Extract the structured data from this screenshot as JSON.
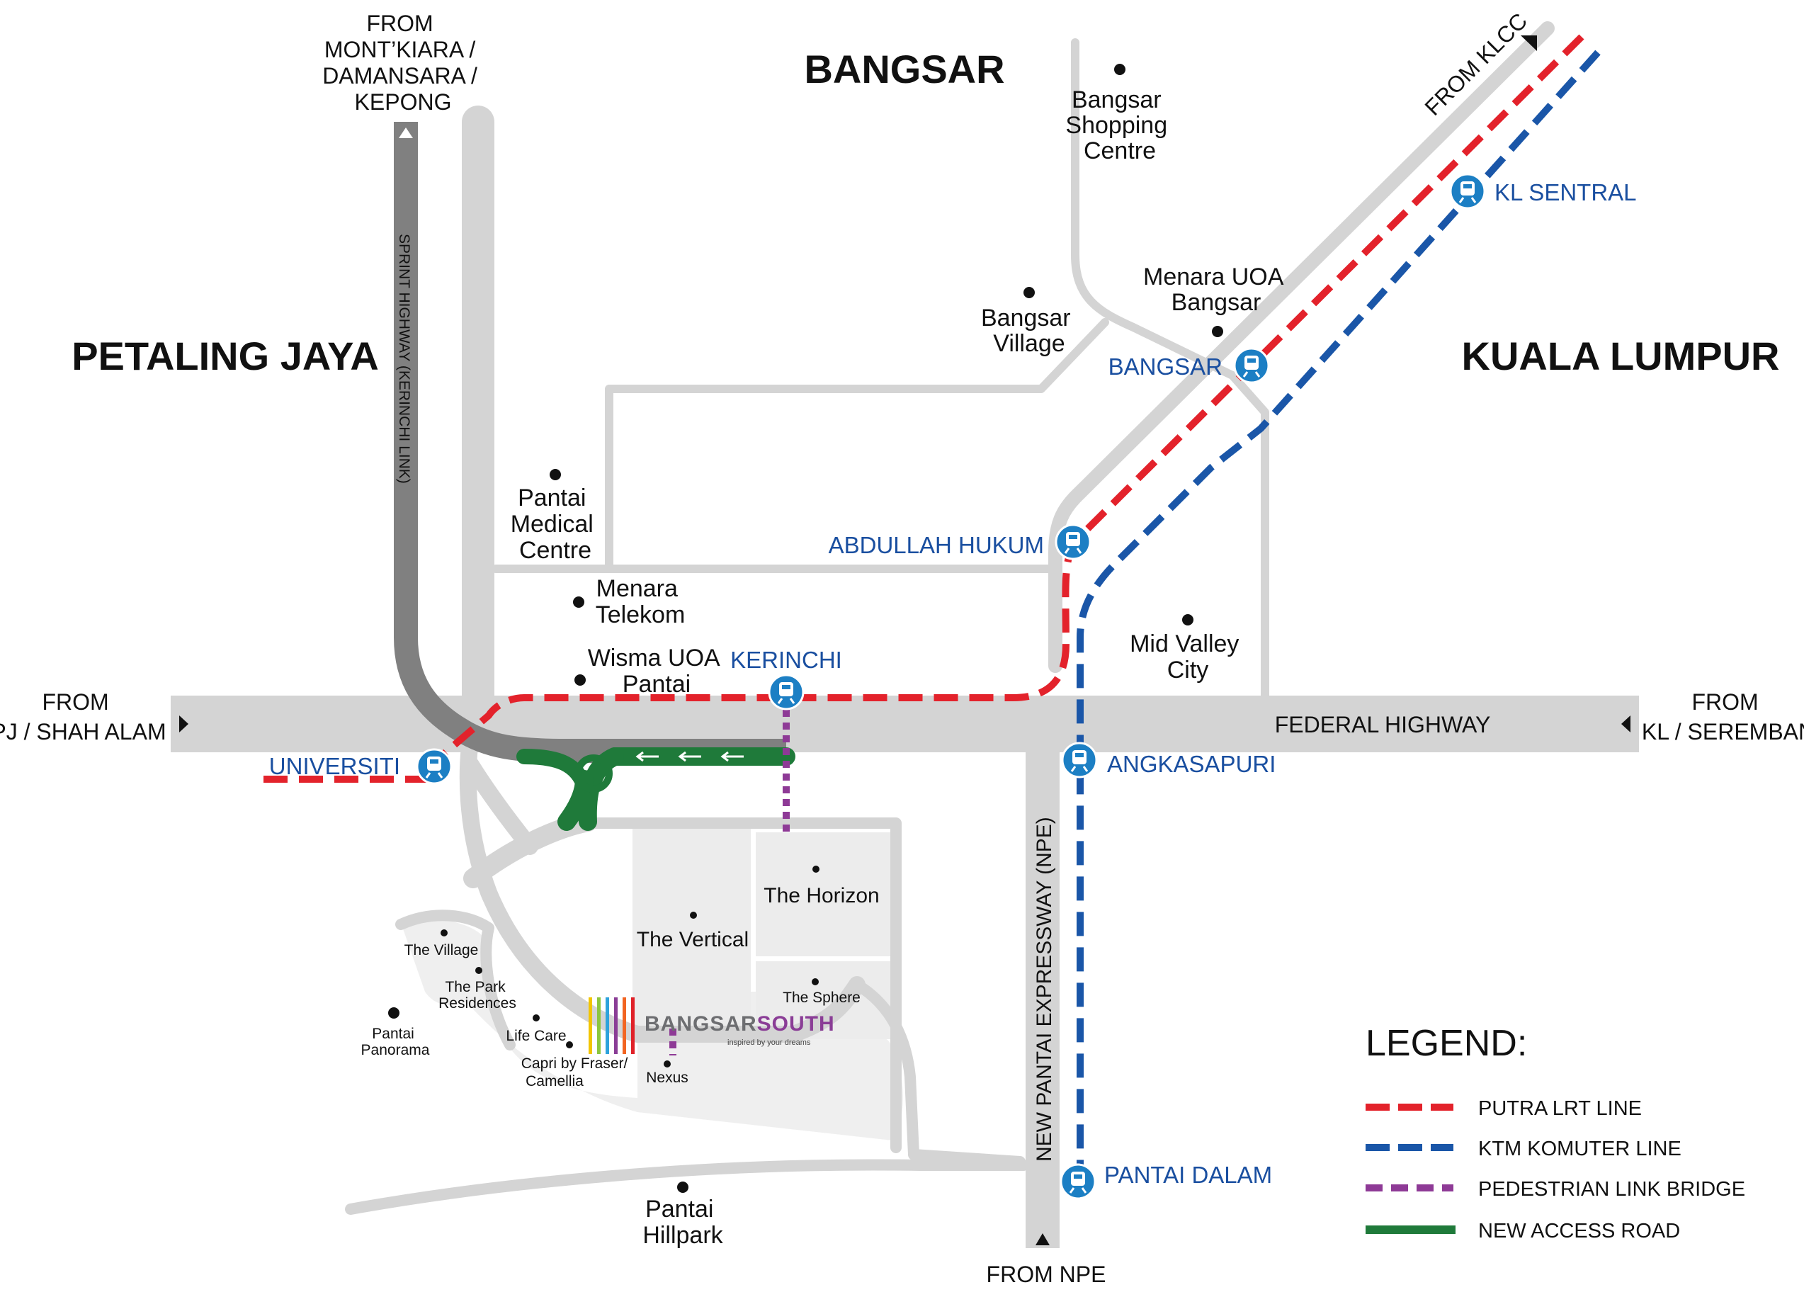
{
  "regions": {
    "bangsar": "BANGSAR",
    "petaling_jaya": "PETALING JAYA",
    "kuala_lumpur": "KUALA LUMPUR"
  },
  "approaches": {
    "mont_kiara": [
      "FROM",
      "MONT’KIARA /",
      "DAMANSARA /",
      "KEPONG"
    ],
    "klcc": "FROM KLCC",
    "pj": [
      "FROM",
      "PJ / SHAH ALAM"
    ],
    "kl": [
      "FROM",
      "KL / SEREMBAN"
    ],
    "npe": "FROM NPE"
  },
  "roads": {
    "sprint": "SPRINT HIGHWAY (KERINCHI LINK)",
    "federal": "FEDERAL HIGHWAY",
    "npe": "NEW PANTAI EXPRESSWAY (NPE)"
  },
  "stations": {
    "kl_sentral": "KL SENTRAL",
    "bangsar": "BANGSAR",
    "abdullah_hukum": "ABDULLAH HUKUM",
    "kerinchi": "KERINCHI",
    "universiti": "UNIVERSITI",
    "angkasapuri": "ANGKASAPURI",
    "pantai_dalam": "PANTAI DALAM"
  },
  "places": {
    "bangsar_shopping": [
      "Bangsar",
      "Shopping",
      "Centre"
    ],
    "menara_uoa_bangsar": [
      "Menara UOA",
      "Bangsar"
    ],
    "bangsar_village": [
      "Bangsar",
      "Village"
    ],
    "pantai_medical": [
      "Pantai",
      "Medical",
      "Centre"
    ],
    "menara_telekom": [
      "Menara",
      "Telekom"
    ],
    "wisma_uoa": [
      "Wisma UOA",
      "Pantai"
    ],
    "mid_valley": [
      "Mid Valley",
      "City"
    ],
    "horizon": "The Horizon",
    "vertical": "The Vertical",
    "sphere": "The Sphere",
    "village": "The Village",
    "park_residences": [
      "The Park",
      "Residences"
    ],
    "pantai_panorama": [
      "Pantai",
      "Panorama"
    ],
    "life_care": "Life Care",
    "capri": [
      "Capri by Fraser/",
      "Camellia"
    ],
    "nexus": "Nexus",
    "pantai_hillpark": [
      "Pantai",
      "Hillpark"
    ]
  },
  "logo": {
    "brand_a": "BANGSAR",
    "brand_b": "SOUTH",
    "tagline": "inspired by your dreams",
    "stripe_colors": [
      "#f2c500",
      "#8cc63f",
      "#2ea3dc",
      "#8a3d96",
      "#f26522",
      "#e02128"
    ]
  },
  "legend": {
    "title": "LEGEND:",
    "items": [
      {
        "label": "PUTRA LRT LINE",
        "color": "#e3222b",
        "style": "dashed"
      },
      {
        "label": "KTM KOMUTER LINE",
        "color": "#1a56a8",
        "style": "dashed"
      },
      {
        "label": "PEDESTRIAN LINK BRIDGE",
        "color": "#8e3a96",
        "style": "dotted"
      },
      {
        "label": "NEW ACCESS ROAD",
        "color": "#1f7a3a",
        "style": "solid"
      }
    ]
  },
  "colors": {
    "lrt": "#e3222b",
    "ktm": "#1a56a8",
    "pedestrian": "#8e3a96",
    "access_road": "#1f7a3a",
    "road": "#d4d4d4",
    "highway": "#808080",
    "station_icon": "#1c7fc4",
    "estate": "#efefef"
  }
}
